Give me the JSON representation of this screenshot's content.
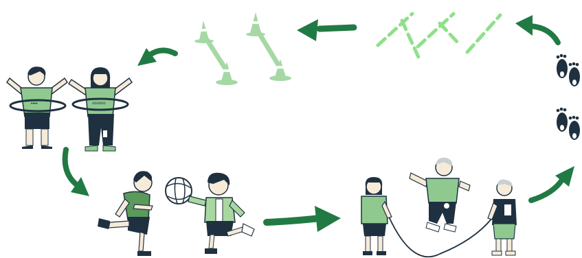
{
  "palette": {
    "arrow": "#217a44",
    "shirt": "#8fc98f",
    "shirt_light": "#a8d8a0",
    "dark": "#1f3140",
    "skin": "#f6ead8",
    "dash": "#8fe08a",
    "cone": "#a6d8a6"
  },
  "icons": [
    "hula-hoop-kids",
    "cones-slalom",
    "agility-ladder-dashes",
    "footprints",
    "jump-rope-kids",
    "ball-kick-kids",
    "cycle-arrows"
  ],
  "hoop_shirt_texts": [
    "••••",
    "sooooo"
  ]
}
